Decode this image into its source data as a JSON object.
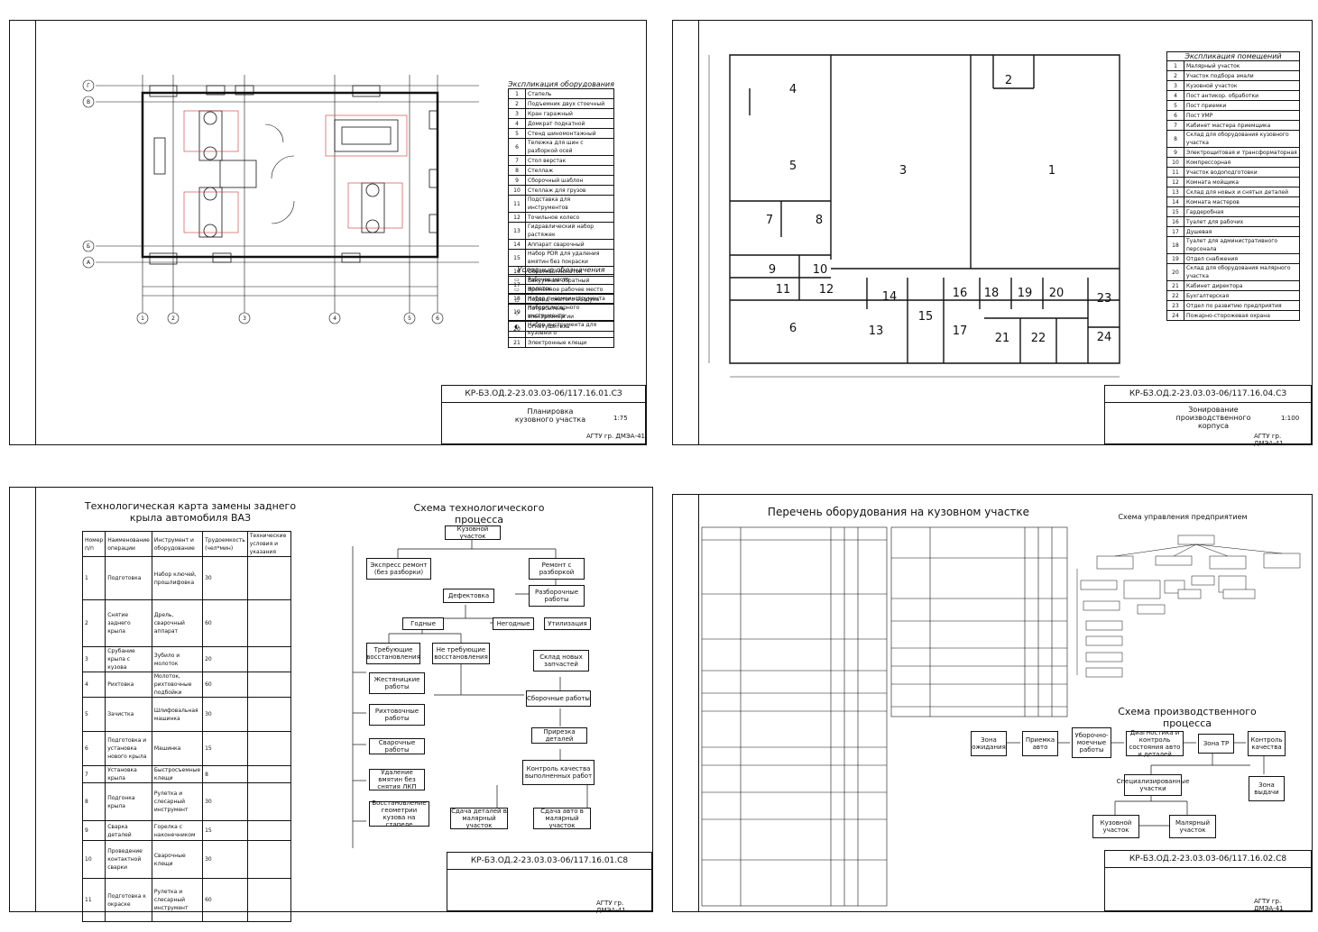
{
  "sheet1": {
    "stamp_code": "КР-БЗ.ОД.2-23.03.03-06/117.16.01.СЗ",
    "title": "Планировка кузовного участка",
    "scale": "1:75",
    "org": "АГТУ гр. ДМЭА-41",
    "equipment_title": "Экспликация оборудования",
    "equipment": [
      "Стапель",
      "Подъемник двух стоечный",
      "Кран гаражный",
      "Домкрат подкатной",
      "Стенд шиномонтажный",
      "Тележка для шин с разборкой осей",
      "Стол верстак",
      "Стеллаж",
      "Сборочный шаблон",
      "Стеллаж для грузов",
      "Подставка для инструментов",
      "Точильное колесо",
      "Гидравлический набор растяжек",
      "Аппарат сварочный",
      "Набор PDR для удаления вмятин без покраски",
      "Обратный молоток",
      "Вакуумный обратный молоток",
      "Набор пневмоинструмента",
      "Набор слесарного инструмента",
      "Набор инструмента для кузовного",
      "Электронные клещи"
    ],
    "legend_title": "Условные обозначения",
    "legend": [
      "Рабочее место",
      "Временное рабочее место",
      "Подвод сжатого воздуха",
      "Потребитель электроэнергии",
      "Огнетушитель"
    ]
  },
  "sheet2": {
    "stamp_code": "КР-БЗ.ОД.2-23.03.03-06/117.16.04.СЗ",
    "title": "Зонирование производственного корпуса",
    "scale": "1:100",
    "org": "АГТУ гр. ДМЭА-41",
    "rooms_title": "Экспликация помещений",
    "rooms": [
      "Малярный участок",
      "Участок подбора эмали",
      "Кузовной участок",
      "Пост антикор. обработки",
      "Пост приемки",
      "Пост УМР",
      "Кабинет мастера приемщика",
      "Склад для оборудования кузовного участка",
      "Электрощитовая и трансформаторная",
      "Компрессорная",
      "Участок водоподготовки",
      "Комната мойщика",
      "Склад для новых и снятых деталей",
      "Комната мастеров",
      "Гардеробная",
      "Туалет для рабочих",
      "Душевая",
      "Туалет для административного персонала",
      "Отдел снабжения",
      "Склад для оборудования малярного участка",
      "Кабинет директора",
      "Бухгалтерская",
      "Отдел по развитию предприятия",
      "Пожарно-сторожевая охрана"
    ]
  },
  "sheet3": {
    "stamp_code": "КР-БЗ.ОД.2-23.03.03-06/117.16.01.С8",
    "title": "Технологическая карта замены заднего крыла автомобиля ВАЗ",
    "scheme_title": "Схема технологического процесса",
    "org": "АГТУ гр. ДМЭА-41",
    "flow": {
      "root": "Кузовной участок",
      "express": "Экспресс ремонт (без разборки)",
      "repair": "Ремонт с разборкой",
      "defect": "Дефектовка",
      "disassembly": "Разборочные работы",
      "good": "Годные",
      "bad": "Негодные",
      "util": "Утилизация",
      "need": "Требующие восстановления",
      "noneed": "Не требующие восстановления",
      "store": "Склад новых запчастей",
      "tin": "Жестяницкие работы",
      "straight": "Рихтовочные работы",
      "weld": "Сварочные работы",
      "assembly": "Сборочные работы",
      "dent": "Удаление вмятин без снятия ЛКП",
      "fit": "Прирезка деталей",
      "geometry": "Восстановление геометрии кузова на стапеле",
      "control": "Контроль качества выполненных работ",
      "paint1": "Сдача деталей в малярный участок",
      "paint2": "Сдача авто в малярный участок"
    },
    "table_headers": [
      "Номер п/п",
      "Наименование операции",
      "Инструмент и оборудование",
      "Трудоемкость (чел*мин)",
      "Технические условия и указания"
    ],
    "rows": [
      [
        "1",
        "Подготовка",
        "Набор ключей, прошлифовка",
        "30"
      ],
      [
        "2",
        "Снятие заднего крыла",
        "Дрель, сварочный аппарат",
        "60"
      ],
      [
        "3",
        "Срубание крыла с кузова",
        "Зубило и молоток",
        "20"
      ],
      [
        "4",
        "Рихтовка",
        "Молоток, рихтовочные подбойки",
        "60"
      ],
      [
        "5",
        "Зачистка",
        "Шлифовальная машинка",
        "30"
      ],
      [
        "6",
        "Подготовка и установка нового крыла",
        "Машинка",
        "15"
      ],
      [
        "7",
        "Установка крыла",
        "Быстросъемные клещи",
        "8"
      ],
      [
        "8",
        "Подгонка крыла",
        "Рулетка и слесарный инструмент",
        "30"
      ],
      [
        "9",
        "Сварка деталей",
        "Горелка с наконечником",
        "15"
      ],
      [
        "10",
        "Проведение контактной сварки",
        "Сварочные клещи",
        "30"
      ],
      [
        "11",
        "Подготовка к окраске",
        "Рулетка и слесарный инструмент",
        "60"
      ]
    ]
  },
  "sheet4": {
    "stamp_code": "КР-БЗ.ОД.2-23.03.03-06/117.16.02.С8",
    "title": "Перечень оборудования на кузовном участке",
    "mgmt_title": "Схема управления предприятием",
    "prod_title": "Схема производственного процесса",
    "org": "АГТУ гр. ДМЭА-41",
    "prod": {
      "wait": "Зона ожидания",
      "accept": "Приемка авто",
      "wash": "Уборочно-моечные работы",
      "diag": "Диагностика и контроль состояния авто и деталей",
      "tr": "Зона ТР",
      "quality": "Контроль качества",
      "special": "Специализированные участки",
      "exit": "Зона выдачи",
      "body": "Кузовной участок",
      "paint": "Малярный участок"
    }
  }
}
